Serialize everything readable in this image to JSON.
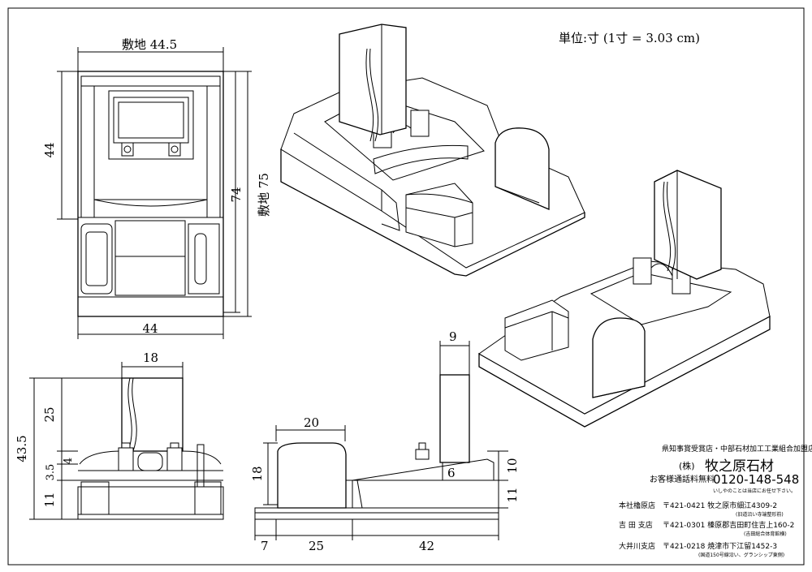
{
  "unit_note": "単位:寸 (1寸 = 3.03 cm)",
  "plan_view": {
    "top_width": "敷地 44.5",
    "left_height": "44",
    "right_inner": "74",
    "right_outer": "敷地 75",
    "bottom_width": "44"
  },
  "front_view": {
    "stone_width": "18",
    "h_upper": "25",
    "h_total": "43.5",
    "h_mid": "4",
    "h_small": "3.5",
    "h_base": "11"
  },
  "side_view": {
    "stone_width": "9",
    "wall_width": "20",
    "wall_height": "18",
    "step_height": "6",
    "right_upper": "10",
    "right_lower": "11",
    "bottom_left": "7",
    "bottom_mid": "25",
    "bottom_right": "42"
  },
  "company": {
    "certification": "県知事賞受賞店・中部石材加工工業組合加盟店",
    "name_prefix": "(株)",
    "name": "牧之原石材",
    "tollfree_label": "お客様通話料無料",
    "phone": "0120-148-548",
    "phone_note": "いしやのことは当店にお任せ下さい。",
    "branches": [
      {
        "name": "本社櫓原店",
        "address": "〒421-0421 牧之原市細江4309-2",
        "note": "(旧道沿い寺端整形前)"
      },
      {
        "name": "吉 田 支店",
        "address": "〒421-0301 榛原郡吉田町住吉上160-2",
        "note": "(吉田総合体育館横)"
      },
      {
        "name": "大井川支店",
        "address": "〒421-0218 焼津市下江留1452-3",
        "note": "(国道150号線沿い、グランシップ東側)"
      }
    ]
  }
}
